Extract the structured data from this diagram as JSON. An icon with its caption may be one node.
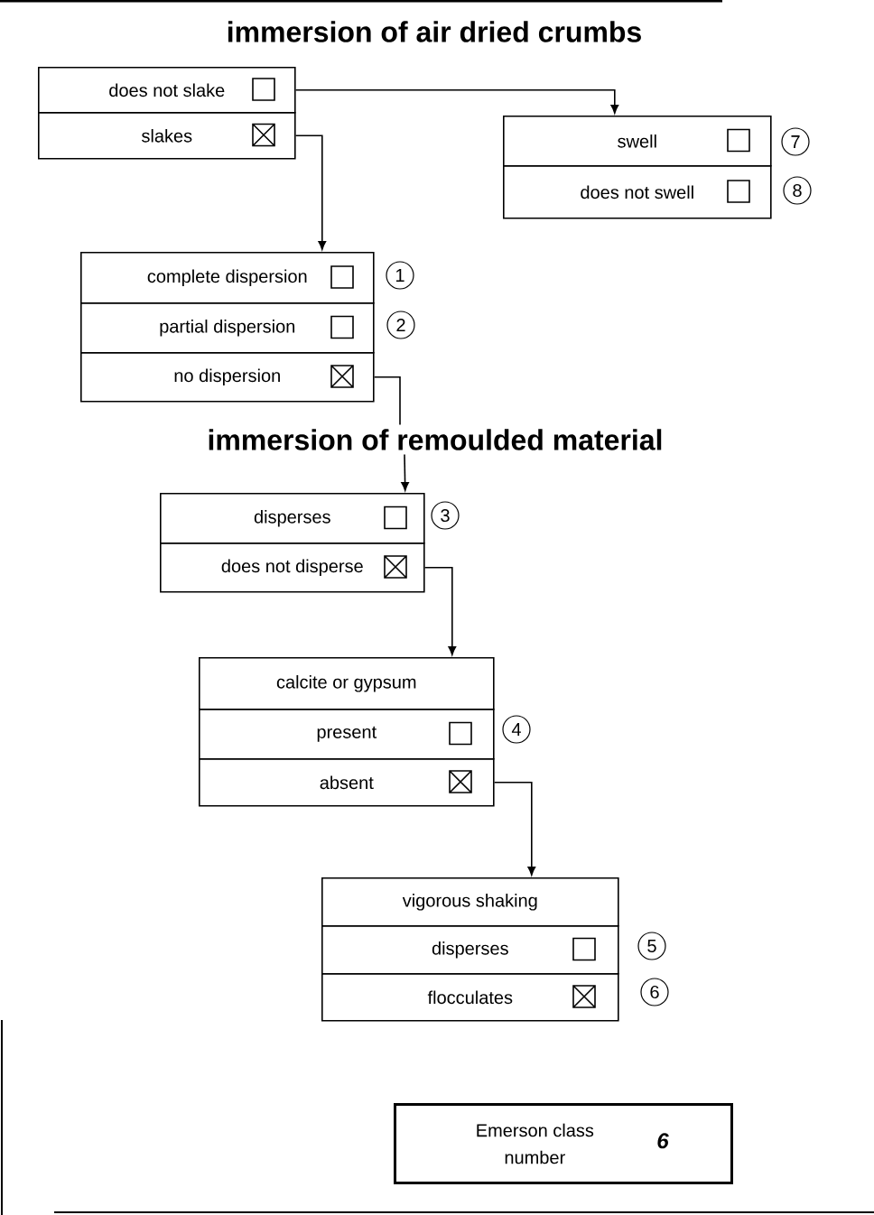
{
  "diagram": {
    "title": "immersion of air dried crumbs",
    "nodes": [
      {
        "text": [
          "does not slake"
        ]
      },
      {
        "text": [
          "slakes"
        ]
      },
      {
        "text": [
          "swell"
        ],
        "beside": [
          "7"
        ]
      },
      {
        "text": [
          "does not swell"
        ],
        "beside": [
          "8"
        ]
      },
      {
        "text": [
          "complete dispersion"
        ],
        "beside": [
          "1"
        ]
      },
      {
        "text": [
          "partial dispersion"
        ],
        "beside": [
          "2"
        ]
      },
      {
        "text": [
          "no dispersion"
        ]
      },
      {
        "text": [
          "immersion of remoulded material"
        ]
      },
      {
        "text": [
          "disperses"
        ],
        "beside": [
          "3"
        ]
      },
      {
        "text": [
          "does not disperse"
        ]
      },
      {
        "text": [
          "calcite or gypsum"
        ]
      },
      {
        "text": [
          "present"
        ],
        "beside": [
          "4"
        ]
      },
      {
        "text": [
          "absent"
        ]
      },
      {
        "text": [
          "vigorous shaking"
        ]
      },
      {
        "text": [
          "disperses"
        ],
        "beside": [
          "5"
        ]
      },
      {
        "text": [
          "flocculates"
        ],
        "beside": [
          "6"
        ]
      },
      {
        "text": [
          "Emerson class number",
          "6"
        ]
      }
    ],
    "edges": [
      {
        "from": 0,
        "to": 2,
        "arrow": "to"
      },
      {
        "from": 1,
        "to": 4,
        "arrow": "to"
      },
      {
        "from": 6,
        "to": 7,
        "arrow": "none"
      },
      {
        "from": 7,
        "to": 8,
        "arrow": "to"
      },
      {
        "from": 9,
        "to": 10,
        "arrow": "to"
      },
      {
        "from": 12,
        "to": 13,
        "arrow": "to"
      }
    ]
  }
}
